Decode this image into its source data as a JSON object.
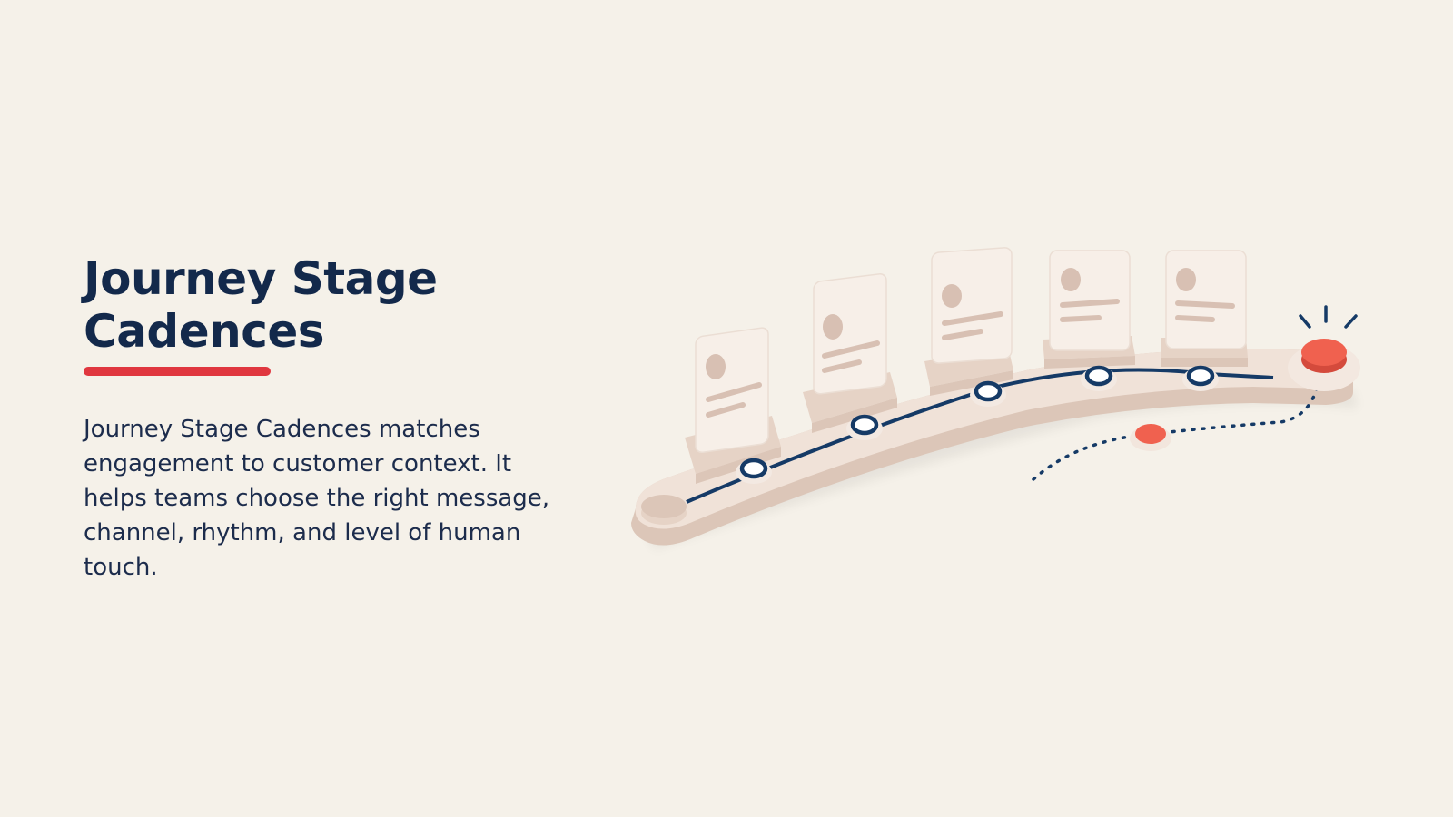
{
  "slide": {
    "title_line1": "Journey Stage",
    "title_line2": "Cadences",
    "description": "Journey Stage Cadences matches engagement to customer context. It helps teams choose the right message, channel, rhythm, and level of human touch."
  },
  "colors": {
    "background": "#f5f1e9",
    "title": "#13294b",
    "accent": "#e0373f",
    "body_text": "#1c2c4c",
    "track_top": "#f0e2d8",
    "track_side": "#dcc6b8",
    "track_line": "#153a66",
    "card": "#f7efe8",
    "card_holder": "#e6d3c6",
    "card_detail": "#d8c0b3",
    "marker": "#f0614f"
  },
  "illustration": {
    "name": "journey-track-illustration",
    "stages": 5,
    "cards": 5
  }
}
